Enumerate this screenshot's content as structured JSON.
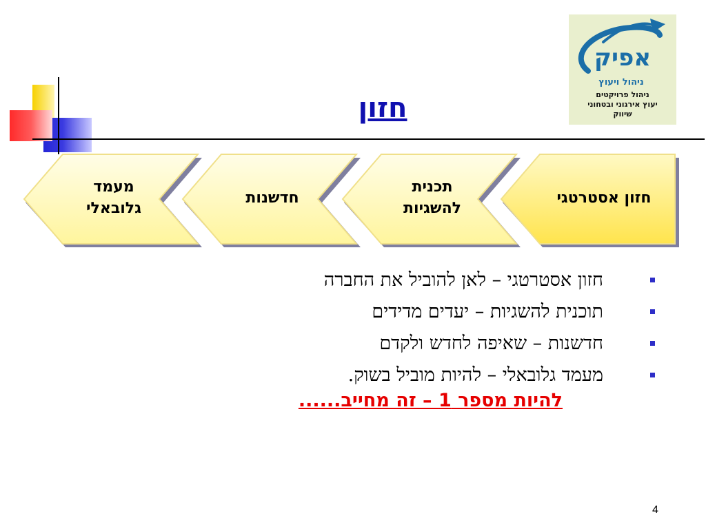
{
  "slide": {
    "title": "חזון",
    "page_number": "4"
  },
  "logo": {
    "name": "אפיק",
    "subtitle": "ניהול ויעוץ",
    "lines": [
      "ניהול פרויקטים",
      "יעוץ אירגוני ובטחוני",
      "שיווק"
    ]
  },
  "process": {
    "steps": [
      {
        "label": "חזון אסטרטגי"
      },
      {
        "label": "תכנית להשגיות"
      },
      {
        "label": "חדשנות"
      },
      {
        "label": "מעמד גלובאלי"
      }
    ],
    "fill_color": "#fff176",
    "shadow_color": "#7f7f9f"
  },
  "bullets": [
    "חזון אסטרטגי – לאן להוביל את החברה",
    "תוכנית להשגיות – יעדים מדידים",
    "חדשנות – שאיפה לחדש ולקדם",
    "מעמד גלובאלי – להיות מוביל בשוק."
  ],
  "tagline": "להיות מספר 1 – זה מחייב......",
  "colors": {
    "title": "#1010b0",
    "bullet_marker": "#2e2ec8",
    "tagline": "#e60000"
  }
}
